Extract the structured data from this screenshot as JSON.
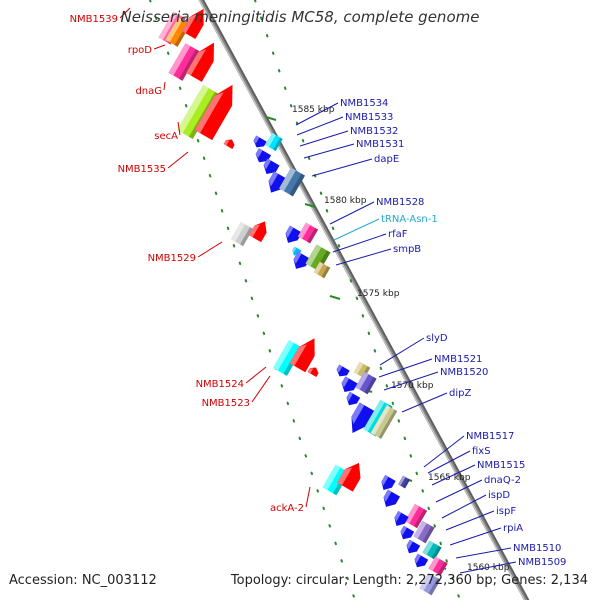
{
  "title": "Neisseria meningitidis MC58, complete genome",
  "footer": {
    "accession": "Accession: NC_003112",
    "topology": "Topology: circular; Length: 2,272,360 bp; Genes: 2,134"
  },
  "colors": {
    "left_label": "#d40000",
    "right_label": "#1a1aaa",
    "rna_label": "#22aacc",
    "backbone": "#8a8a8a",
    "tick": "#2a8a2a",
    "dots": "#2a8a2a"
  },
  "scale_labels": [
    "1585 kbp",
    "1580 kbp",
    "1575 kbp",
    "1570 kbp",
    "1565 kbp",
    "1560 kbp"
  ],
  "left_genes": [
    "NMB1539",
    "rpoD",
    "dnaG",
    "secA",
    "NMB1535",
    "NMB1529",
    "NMB1524",
    "NMB1523",
    "ackA-2"
  ],
  "right_genes": [
    "NMB1534",
    "NMB1533",
    "NMB1532",
    "NMB1531",
    "dapE",
    "NMB1528",
    "tRNA-Asn-1",
    "rfaF",
    "smpB",
    "slyD",
    "NMB1521",
    "NMB1520",
    "dipZ",
    "NMB1517",
    "fixS",
    "NMB1515",
    "dnaQ-2",
    "ispD",
    "ispF",
    "rpiA",
    "NMB1510",
    "NMB1509"
  ]
}
